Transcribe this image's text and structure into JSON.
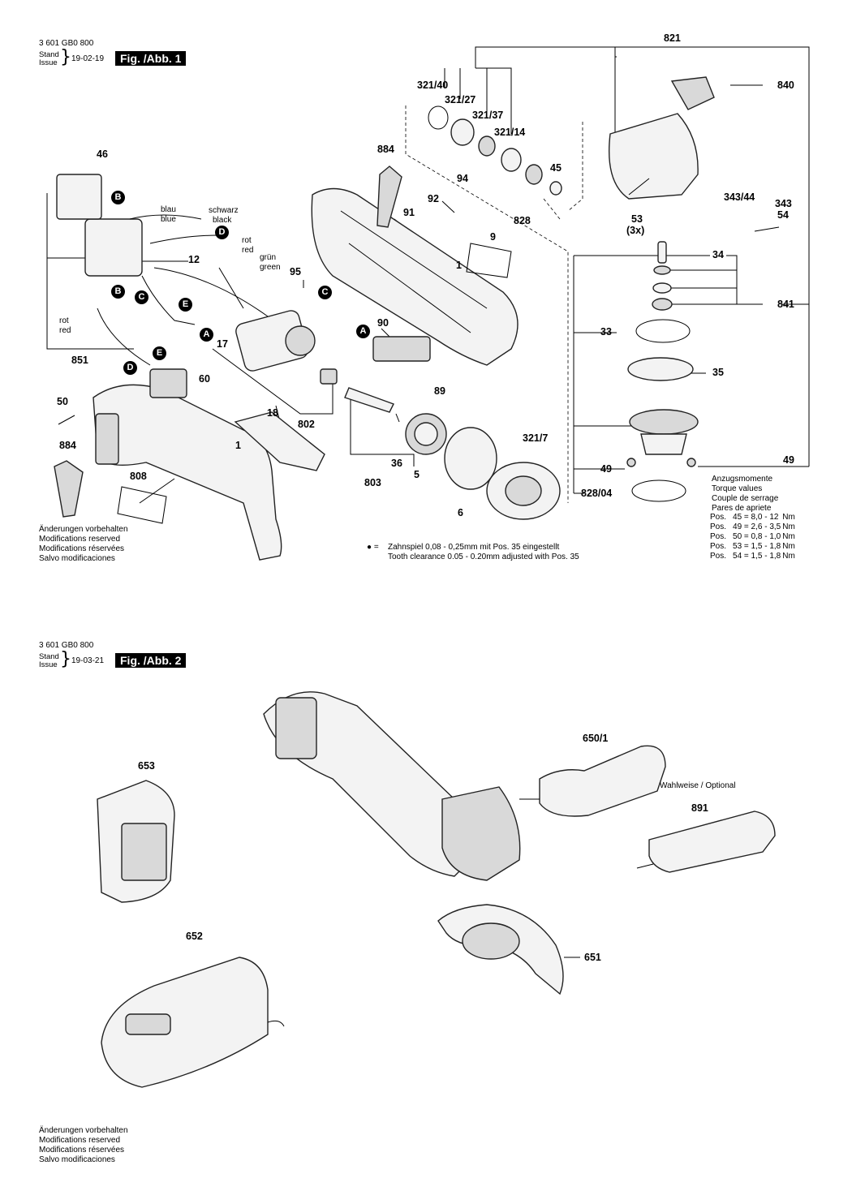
{
  "header1": {
    "doc_number": "3 601 GB0 800",
    "stand": "Stand",
    "issue": "Issue",
    "date": "19-02-19",
    "fig_label": "Fig. /Abb. 1"
  },
  "header2": {
    "doc_number": "3 601 GB0 800",
    "stand": "Stand",
    "issue": "Issue",
    "date": "19-03-21",
    "fig_label": "Fig. /Abb. 2"
  },
  "fig1_labels": [
    "821",
    "840",
    "321/40",
    "321/27",
    "321/37",
    "321/14",
    "884",
    "45",
    "94",
    "92",
    "91",
    "828",
    "9",
    "46",
    "12",
    "95",
    "1",
    "53",
    "(3x)",
    "343/44",
    "343",
    "54",
    "34",
    "841",
    "33",
    "35",
    "90",
    "89",
    "17",
    "851",
    "50",
    "60",
    "18",
    "802",
    "884",
    "1",
    "808",
    "36",
    "5",
    "803",
    "321/7",
    "6",
    "49",
    "49",
    "828/04"
  ],
  "wires": {
    "blue_de": "blau",
    "blue_en": "blue",
    "black_de": "schwarz",
    "black_en": "black",
    "red1_de": "rot",
    "red1_en": "red",
    "green_de": "grün",
    "green_en": "green",
    "red2_de": "rot",
    "red2_en": "red"
  },
  "markers": [
    "B",
    "D",
    "B",
    "C",
    "E",
    "A",
    "E",
    "D",
    "C",
    "A"
  ],
  "torque": {
    "heading": [
      "Anzugsmomente",
      "Torque values",
      "Couple de serrage",
      "Pares de apriete"
    ],
    "rows": [
      {
        "pos": "Pos.",
        "ref": "45 = 8,0 - 12",
        "unit": "Nm"
      },
      {
        "pos": "Pos.",
        "ref": "49 = 2,6 - 3,5",
        "unit": "Nm"
      },
      {
        "pos": "Pos.",
        "ref": "50 = 0,8 - 1,0",
        "unit": "Nm"
      },
      {
        "pos": "Pos.",
        "ref": "53 = 1,5 - 1,8",
        "unit": "Nm"
      },
      {
        "pos": "Pos.",
        "ref": "54 = 1,5 - 1,8",
        "unit": "Nm"
      }
    ]
  },
  "tooth_note": {
    "bullet": "● =",
    "de": "Zahnspiel 0,08 - 0,25mm mit Pos. 35 eingestellt",
    "en": "Tooth clearance 0.05 - 0.20mm adjusted with Pos. 35"
  },
  "modifications1": [
    "Änderungen vorbehalten",
    "Modifications reserved",
    "Modifications réservées",
    "Salvo modificaciones"
  ],
  "fig2_labels": {
    "battery": "653",
    "handle": "650/1",
    "optional": "Wahlweise / Optional",
    "side_handle": "891",
    "charger": "652",
    "guard": "651"
  },
  "modifications2": [
    "Änderungen vorbehalten",
    "Modifications reserved",
    "Modifications réservées",
    "Salvo modificaciones"
  ]
}
